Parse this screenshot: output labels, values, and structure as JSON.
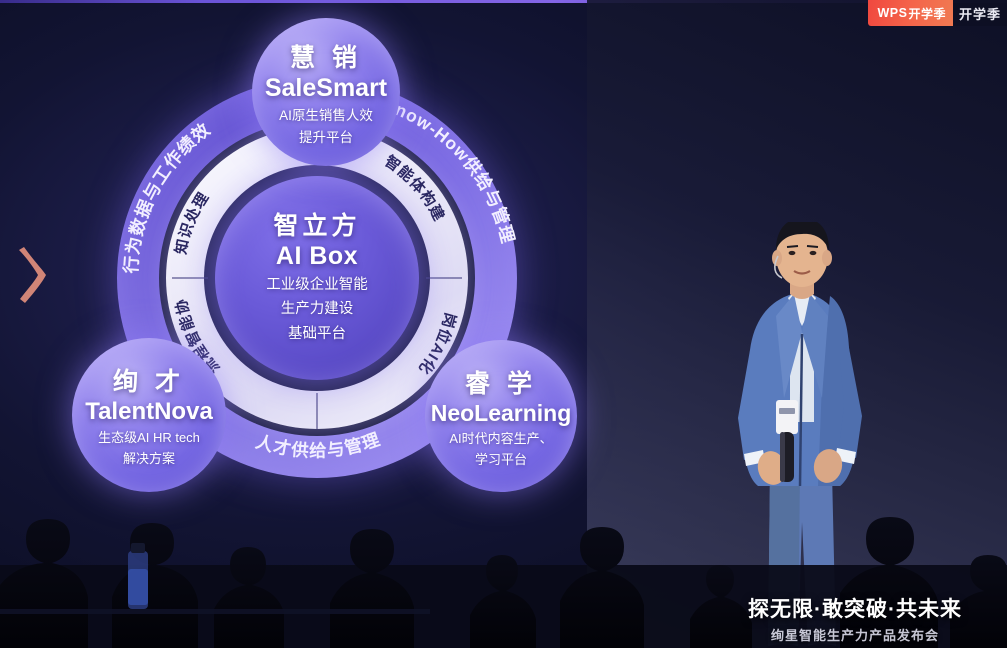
{
  "watermark": {
    "brand": "WPS",
    "badge_text": "开学季",
    "label": "开学季"
  },
  "diagram": {
    "core": {
      "cn_title": "智立方",
      "en_title": "AI Box",
      "desc_line1": "工业级企业智能",
      "desc_line2": "生产力建设",
      "desc_line3": "基础平台"
    },
    "bubbles": [
      {
        "id": "salesmart",
        "cn_title": "慧 销",
        "en_title": "SaleSmart",
        "desc_line1": "AI原生销售人效",
        "desc_line2": "提升平台"
      },
      {
        "id": "talentnova",
        "cn_title": "绚 才",
        "en_title": "TalentNova",
        "desc_line1": "生态级AI HR tech",
        "desc_line2": "解决方案"
      },
      {
        "id": "neolearning",
        "cn_title": "睿 学",
        "en_title": "NeoLearning",
        "desc_line1": "AI时代内容生产、",
        "desc_line2": "学习平台"
      }
    ],
    "outer_ring_labels": [
      "行为数据与工作绩效",
      "Know-How供给与管理",
      "人才供给与管理"
    ],
    "inner_ring_labels": [
      "知识处理",
      "智能体构建",
      "岗位AI化",
      "流程智能协作"
    ]
  },
  "event": {
    "tagline": "探无限·敢突破·共未来",
    "subtitle": "绚星智能生产力产品发布会"
  },
  "icons": {
    "chevron": "chevron-right-icon",
    "microphone": "microphone-icon"
  },
  "colors": {
    "accent_violet": "#6b5ad6",
    "bubble_violet": "#8f80ec",
    "ring_white": "#efedf9",
    "background_dark": "#121433",
    "badge_red": "#f0483f",
    "chevron_orange": "#e8927f"
  }
}
